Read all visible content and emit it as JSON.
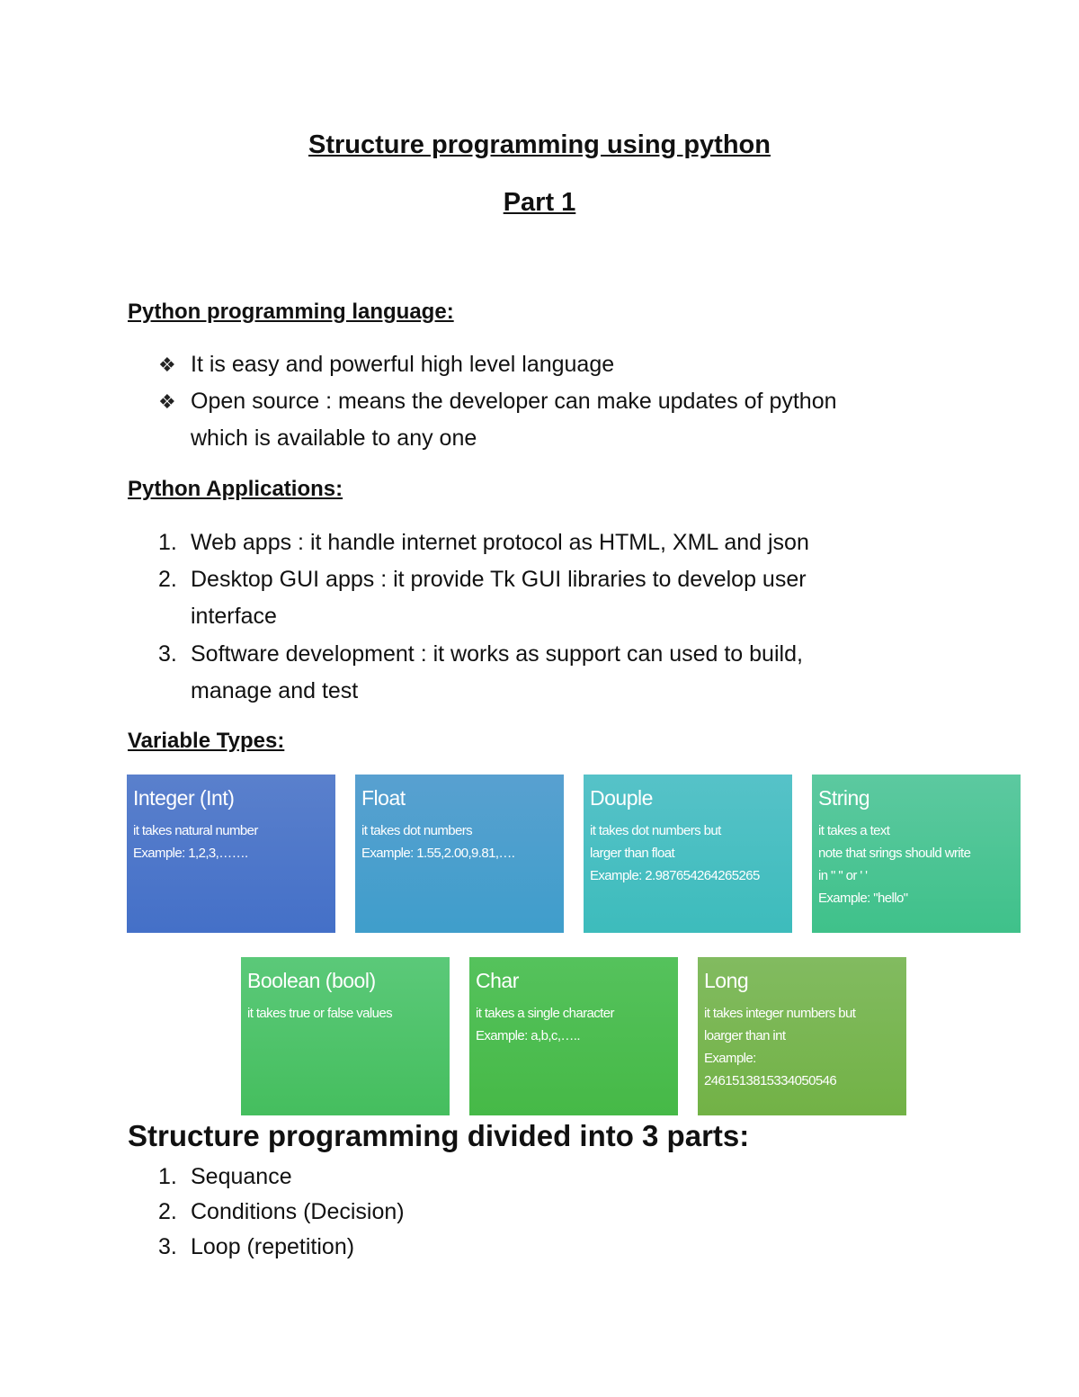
{
  "title": "Structure programming using python",
  "subtitle": "Part 1",
  "section_language": {
    "heading": "Python programming language:",
    "bullets": [
      {
        "lines": [
          "It is easy and powerful high level language"
        ]
      },
      {
        "lines": [
          "Open source : means the developer can make updates of python",
          "which is available to any one"
        ]
      }
    ]
  },
  "section_applications": {
    "heading": "Python Applications:",
    "items": [
      {
        "num": "1.",
        "lines": [
          "Web apps : it handle internet protocol as HTML, XML and json"
        ]
      },
      {
        "num": "2.",
        "lines": [
          "Desktop GUI apps : it provide Tk GUI libraries to develop user",
          "interface"
        ]
      },
      {
        "num": "3.",
        "lines": [
          "Software development : it works as support can used to build,",
          "manage and test"
        ]
      }
    ]
  },
  "section_variables": {
    "heading": "Variable Types:",
    "boxes": [
      {
        "title": "Integer (Int)",
        "lines": [
          "it takes natural number",
          "Example: 1,2,3,……."
        ],
        "color_top": "#5a80cc",
        "color_bottom": "#4470c8"
      },
      {
        "title": "Float",
        "lines": [
          "it takes dot numbers",
          "Example: 1.55,2.00,9.81,…."
        ],
        "color_top": "#58a0d0",
        "color_bottom": "#3f9ecb"
      },
      {
        "title": "Douple",
        "lines": [
          "it takes dot numbers but",
          "larger than float",
          "Example: 2.987654264265265"
        ],
        "color_top": "#56c2c8",
        "color_bottom": "#3dbcbc"
      },
      {
        "title": "String",
        "lines": [
          "it takes a text",
          "note that srings should write",
          "in \" \" or ' '",
          "Example: \"hello\""
        ],
        "color_top": "#5cc9a0",
        "color_bottom": "#3fc18a"
      },
      {
        "title": "Boolean (bool)",
        "lines": [
          "it takes true or false values"
        ],
        "color_top": "#5bc979",
        "color_bottom": "#45be5e"
      },
      {
        "title": "Char",
        "lines": [
          "it takes a single character",
          "Example: a,b,c,….."
        ],
        "color_top": "#55c25c",
        "color_bottom": "#46b947"
      },
      {
        "title": "Long",
        "lines": [
          "it takes integer numbers but",
          "loarger than int",
          "Example:",
          "2461513815334050546"
        ],
        "color_top": "#82bb60",
        "color_bottom": "#72b246"
      }
    ]
  },
  "section_structure": {
    "heading": "Structure programming divided into 3 parts:",
    "items": [
      {
        "num": "1.",
        "text": "Sequance"
      },
      {
        "num": "2.",
        "text": "Conditions (Decision)"
      },
      {
        "num": "3.",
        "text": "Loop (repetition)"
      }
    ]
  }
}
